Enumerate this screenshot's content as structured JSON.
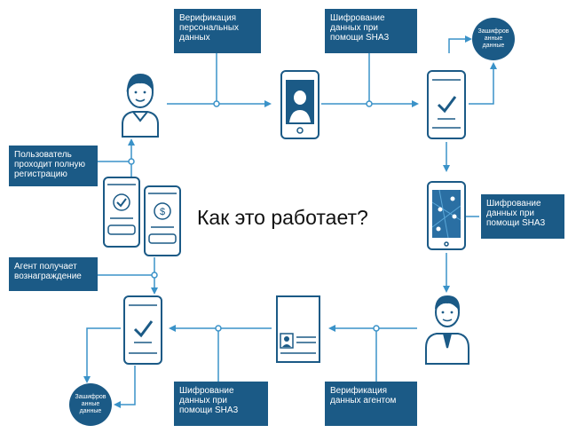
{
  "title": "Как это работает?",
  "labels": {
    "verify_personal": "Верификация\nперсональных\nданных",
    "encrypt_top": "Шифрование\nданных при\nпомощи SHA3",
    "encrypted_top": "Зашифров\nанные\nданные",
    "user_registration": "Пользователь\nпроходит полную\nрегистрацию",
    "encrypt_right": "Шифрование\nданных при\nпомощи SHA3",
    "agent_reward": "Агент получает\nвознаграждение",
    "encrypted_bottom": "Зашифров\nанные\nданные",
    "encrypt_bottom": "Шифрование\nданных при\nпомощи SHA3",
    "verify_agent": "Верификация\nданных агентом"
  },
  "colors": {
    "box": "#1b5a86",
    "line": "#3a92c8",
    "icon": "#1b5a86"
  }
}
